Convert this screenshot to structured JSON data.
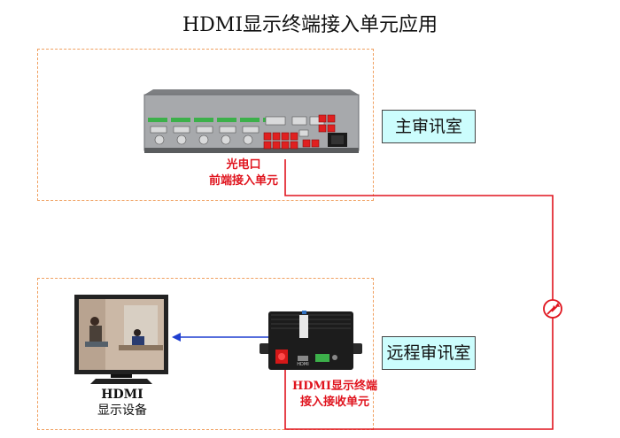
{
  "title": "HDMI显示终端接入单元应用",
  "rooms": {
    "main": {
      "label": "主审讯室"
    },
    "remote": {
      "label": "远程审讯室"
    }
  },
  "devices": {
    "front_end": {
      "line1": "光电口",
      "line2": "前端接入单元"
    },
    "receiver": {
      "line1": "HDMI显示终端",
      "line2": "接入接收单元",
      "port_label": "HDMI"
    },
    "monitor": {
      "line1": "HDMI",
      "line2": "显示设备"
    }
  },
  "colors": {
    "fiber": "#e0141e",
    "signal_arrow": "#1f3fd0",
    "room_border": "#f0a060",
    "room_label_bg": "#ccfdfd"
  },
  "icons": {
    "fiber_link": "fiber-connector-icon"
  }
}
